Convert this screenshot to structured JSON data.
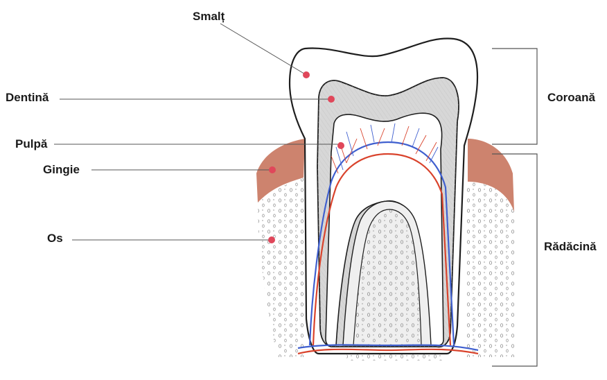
{
  "labels": {
    "enamel": "Smalț",
    "dentin": "Dentină",
    "pulp": "Pulpă",
    "gum": "Gingie",
    "bone": "Os",
    "crown": "Coroană",
    "root": "Rădăcină"
  },
  "colors": {
    "marker": "#e0475a",
    "gum": "#c8765e",
    "artery": "#d9432c",
    "vein": "#3f5fcf",
    "dentin_shade": "#d7d7d7",
    "outline": "#1e1e1e",
    "leader": "#555555"
  }
}
